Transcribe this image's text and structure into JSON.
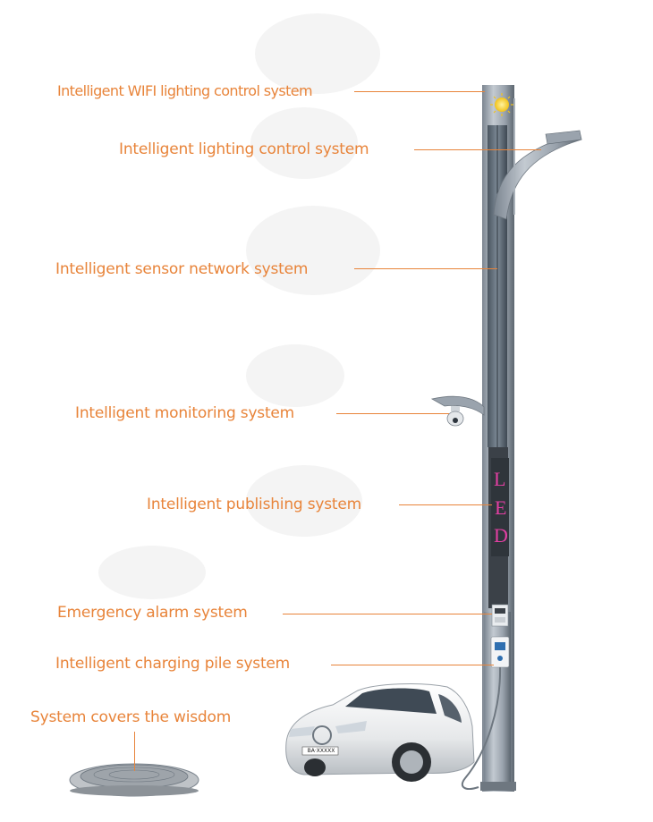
{
  "labels": {
    "wifi": "Intelligent WIFI lighting control system",
    "lighting": "Intelligent lighting control system",
    "sensor": "Intelligent sensor network system",
    "monitoring": "Intelligent monitoring system",
    "publishing": "Intelligent publishing system",
    "alarm": "Emergency alarm system",
    "charging": "Intelligent charging pile system",
    "wisdom": "System covers the wisdom"
  },
  "led_text": [
    "L",
    "E",
    "D"
  ],
  "license_plate": "BA·XXXXX",
  "colors": {
    "label_orange": "#e8843a",
    "pole_gray": "#9aa3ad",
    "pole_dark": "#5d6770",
    "led_pink": "#e33fa3"
  }
}
